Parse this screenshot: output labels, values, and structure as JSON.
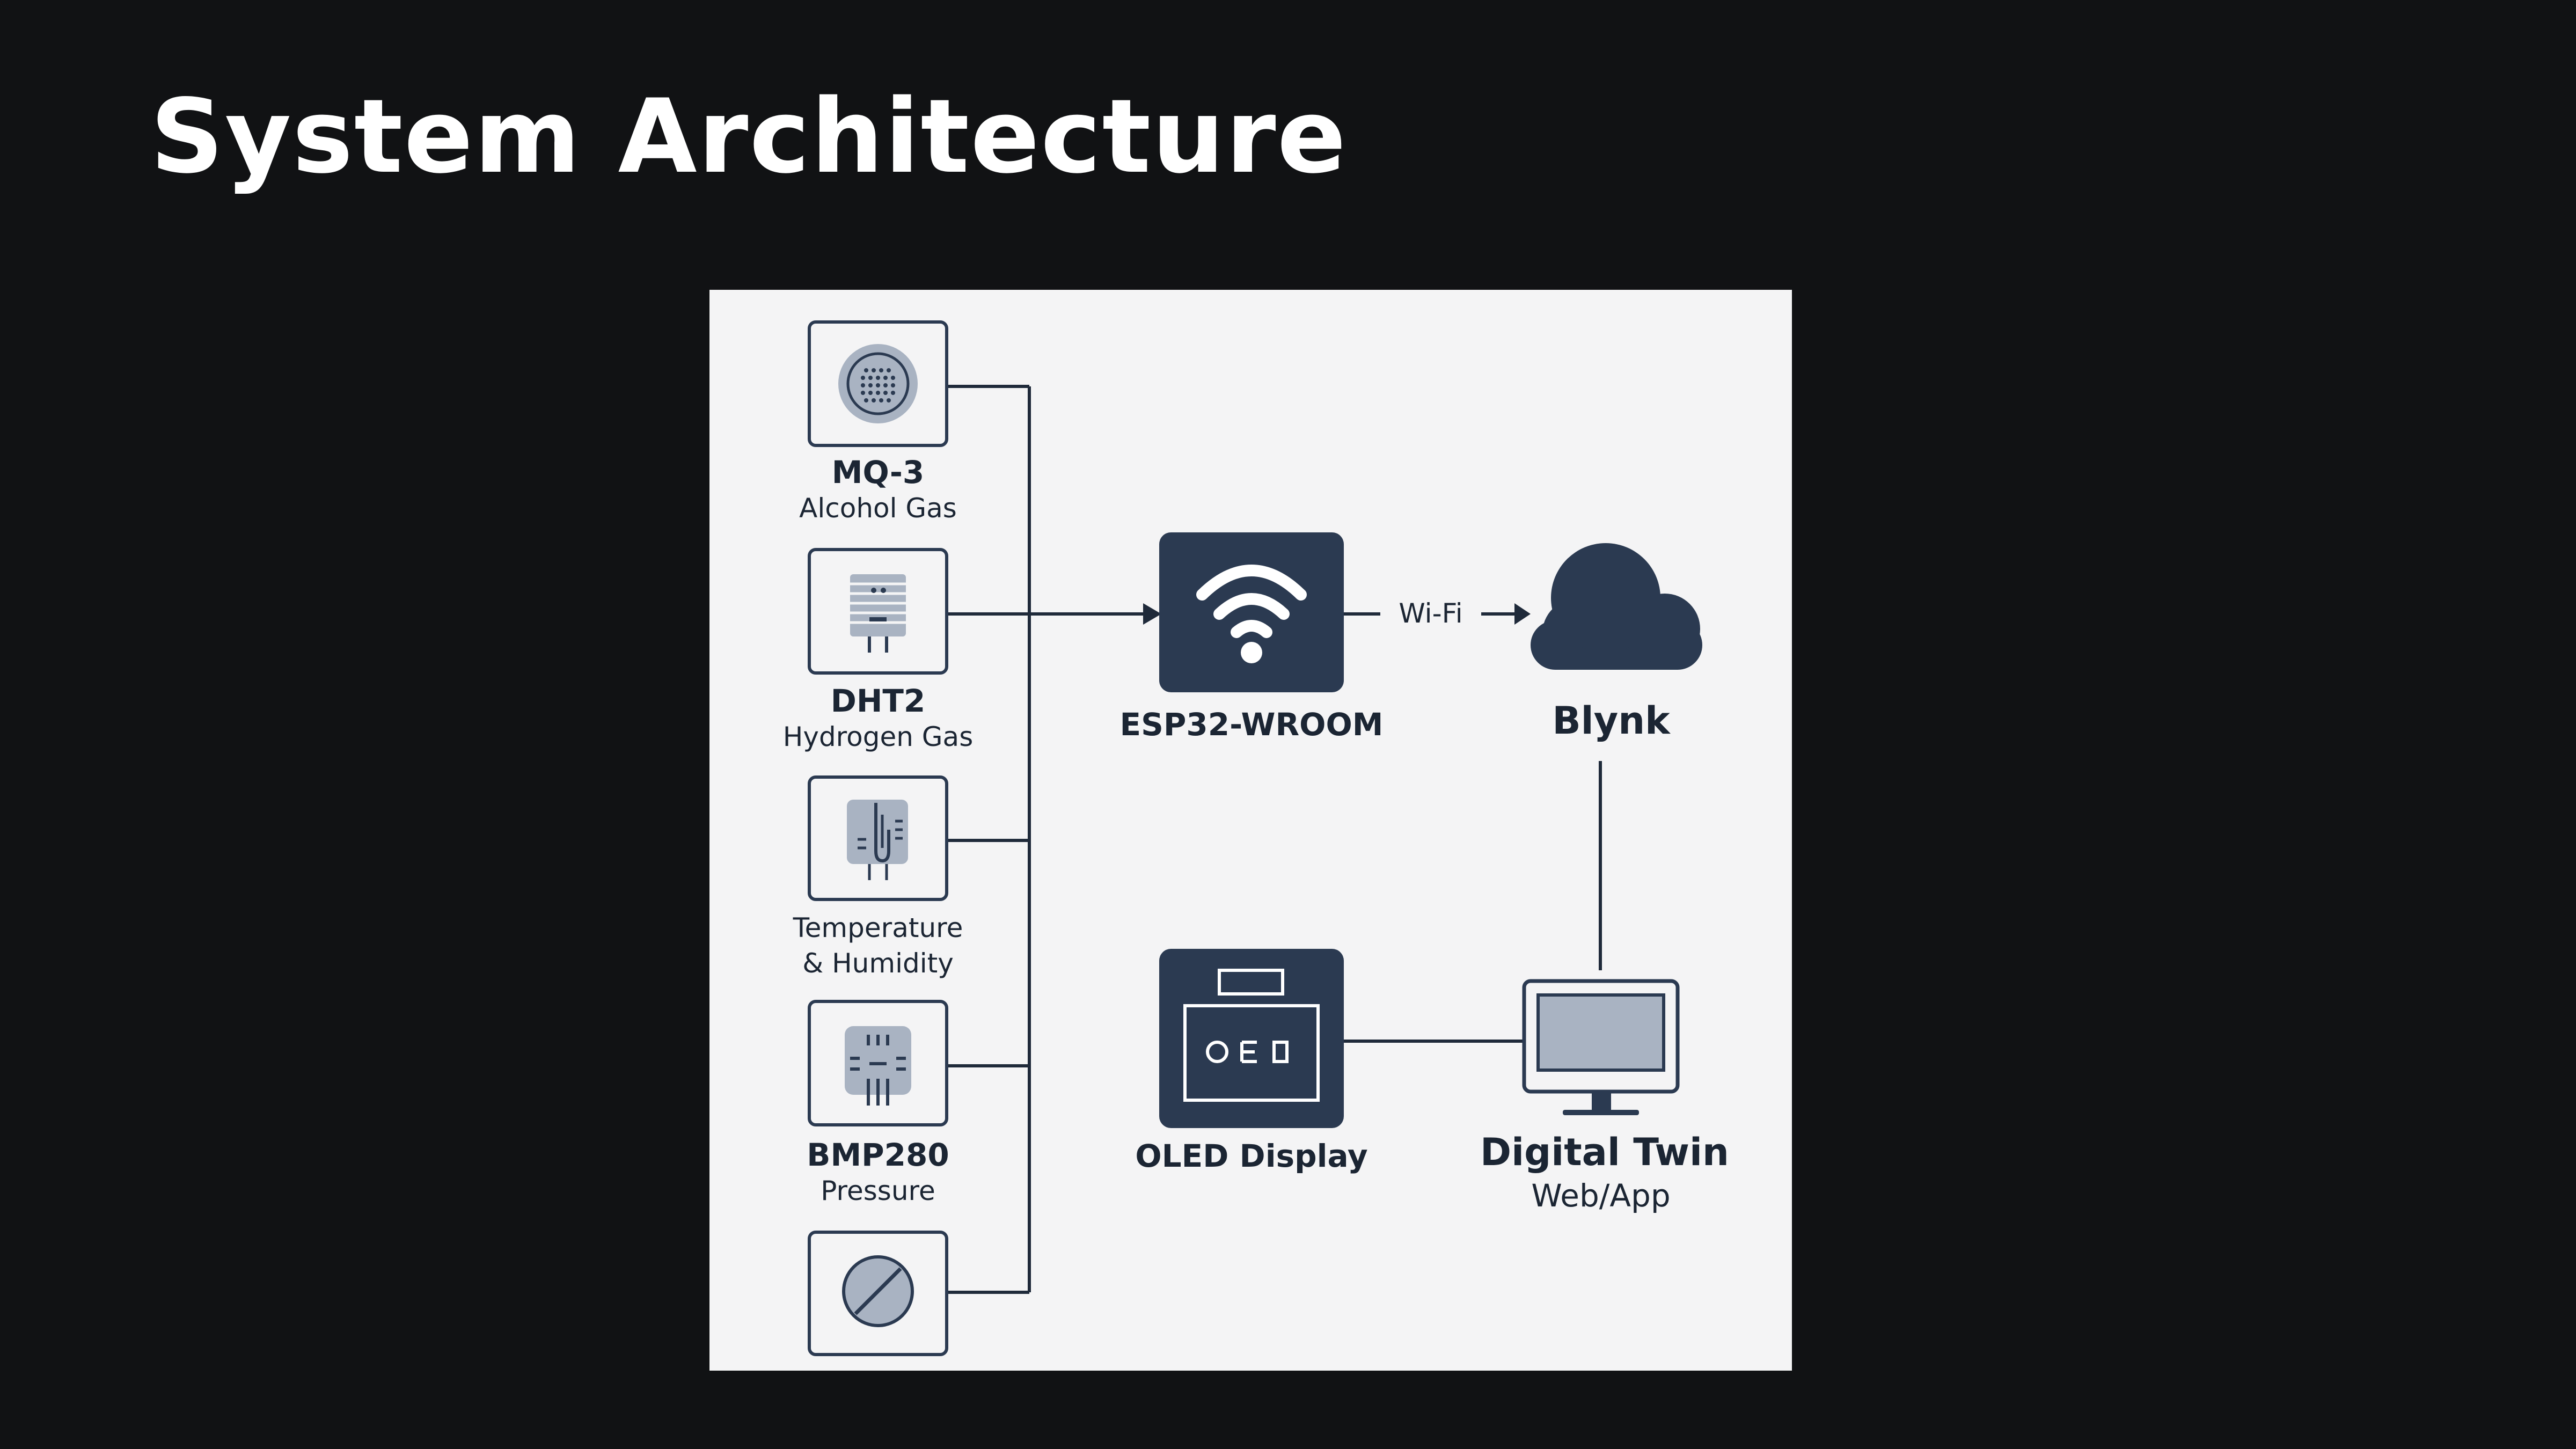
{
  "title": "System Architecture",
  "colors": {
    "background": "#111214",
    "panel": "#f4f4f5",
    "navy": "#2b3a51",
    "icon_fill": "#a9b3c2",
    "line": "#1f2a3a"
  },
  "sensors": [
    {
      "name": "MQ-3",
      "desc": "Alcohol Gas",
      "icon": "gas-sensor-icon"
    },
    {
      "name": "DHT2",
      "desc": "Hydrogen Gas",
      "icon": "dht-sensor-icon"
    },
    {
      "name": "",
      "desc": "Temperature",
      "desc2": "& Humidity",
      "icon": "thermometer-icon"
    },
    {
      "name": "BMP280",
      "desc": "Pressure",
      "icon": "chip-icon"
    },
    {
      "name": "",
      "desc": "",
      "icon": "slashed-circle-icon"
    }
  ],
  "esp32": {
    "label": "ESP32-WROOM",
    "icon": "wifi-icon"
  },
  "link": {
    "label": "Wi-Fi"
  },
  "cloud": {
    "label": "Blynk",
    "icon": "cloud-icon"
  },
  "oled": {
    "label": "OLED Display",
    "icon": "oled-icon"
  },
  "twin": {
    "label": "Digital Twin",
    "sub": "Web/App",
    "icon": "monitor-icon"
  }
}
